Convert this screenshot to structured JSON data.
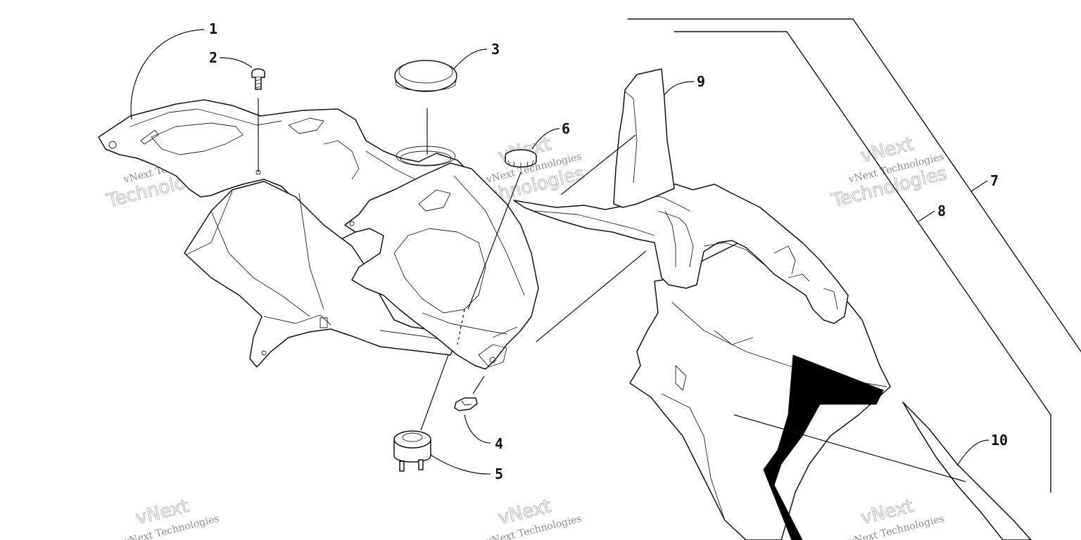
{
  "diagram": {
    "callouts": [
      {
        "id": "1",
        "label": "1"
      },
      {
        "id": "2",
        "label": "2"
      },
      {
        "id": "3",
        "label": "3"
      },
      {
        "id": "4",
        "label": "4"
      },
      {
        "id": "5",
        "label": "5"
      },
      {
        "id": "6",
        "label": "6"
      },
      {
        "id": "7",
        "label": "7"
      },
      {
        "id": "8",
        "label": "8"
      },
      {
        "id": "9",
        "label": "9"
      },
      {
        "id": "10",
        "label": "10"
      }
    ],
    "watermark": {
      "small": "vNext Technologies",
      "big_top": "vNext",
      "big_bottom": "Technologies"
    }
  }
}
